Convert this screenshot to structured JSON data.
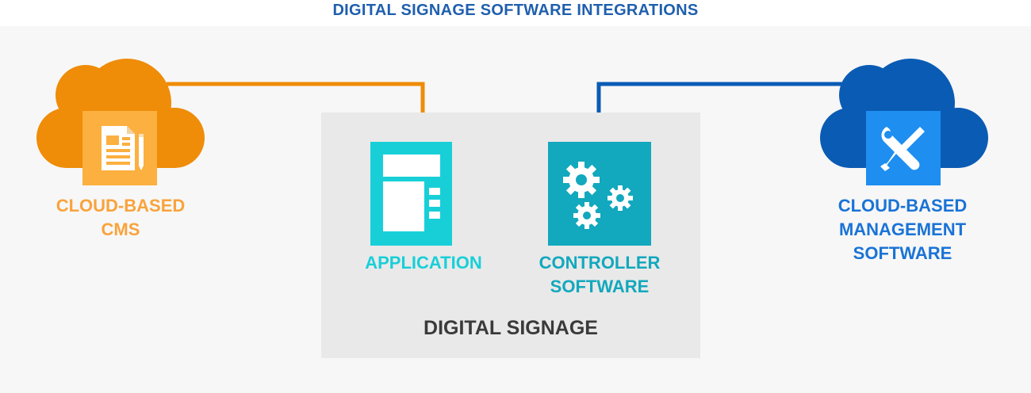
{
  "title": "DIGITAL SIGNAGE SOFTWARE INTEGRATIONS",
  "colors": {
    "title": "#1f5fad",
    "cms": "#ef8c08",
    "cms_tile": "#fbb040",
    "cms_label": "#f9a33c",
    "mgmt": "#0a5bb4",
    "mgmt_tile": "#1e8ef0",
    "mgmt_label": "#1a73d6",
    "application": "#18cfd8",
    "controller": "#12a8bd",
    "signage_label": "#3a3a3a",
    "panel": "#f7f7f7",
    "box": "#e9e9e9"
  },
  "cms": {
    "label_line1": "CLOUD-BASED",
    "label_line2": "CMS",
    "icon": "document-pencil-icon"
  },
  "management": {
    "label_line1": "CLOUD-BASED",
    "label_line2": "MANAGEMENT",
    "label_line3": "SOFTWARE",
    "icon": "wrench-screwdriver-icon"
  },
  "signage": {
    "label": "DIGITAL SIGNAGE",
    "application": {
      "label": "APPLICATION",
      "icon": "app-window-icon"
    },
    "controller": {
      "label_line1": "CONTROLLER",
      "label_line2": "SOFTWARE",
      "icon": "gears-icon"
    }
  }
}
